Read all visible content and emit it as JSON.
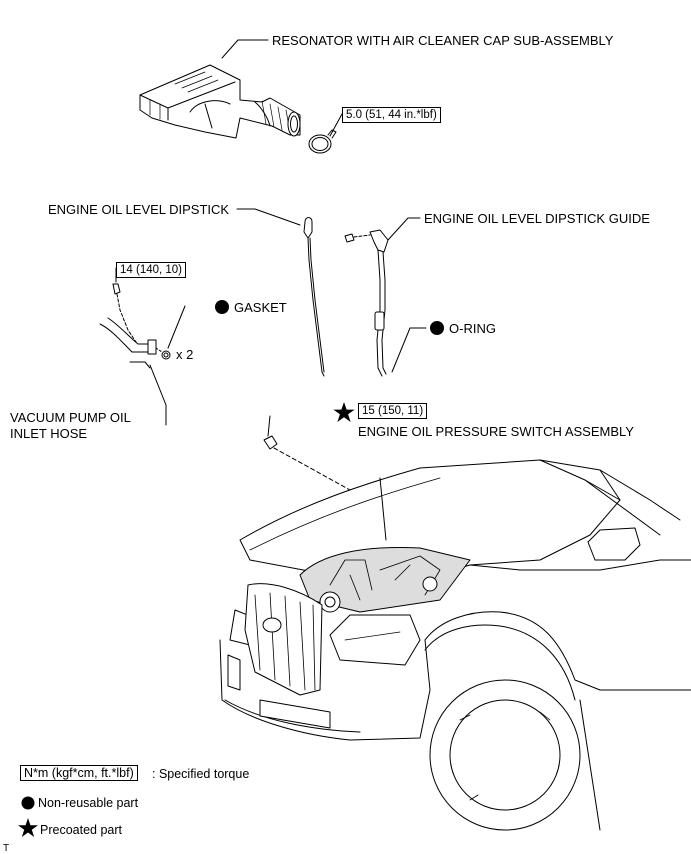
{
  "parts": {
    "resonator": "RESONATOR WITH AIR CLEANER CAP SUB-ASSEMBLY",
    "dipstick": "ENGINE OIL LEVEL DIPSTICK",
    "dipstick_guide": "ENGINE OIL LEVEL DIPSTICK GUIDE",
    "gasket": "GASKET",
    "o_ring": "O-RING",
    "vacuum_hose_line1": "VACUUM PUMP OIL",
    "vacuum_hose_line2": "INLET HOSE",
    "pressure_switch": "ENGINE OIL PRESSURE SWITCH ASSEMBLY",
    "quantity": "x 2"
  },
  "torques": {
    "clamp": "5.0 (51, 44 in.*lbf)",
    "hose_bolt": "14 (140, 10)",
    "pressure_switch": "15 (150, 11)"
  },
  "legend": {
    "torque_key": "N*m (kgf*cm, ft.*lbf)",
    "torque_desc": ": Specified torque",
    "non_reusable": "Non-reusable part",
    "precoated": "Precoated part"
  },
  "corner_mark": "T",
  "colors": {
    "ink": "#000000",
    "paper": "#ffffff",
    "shade": "#cfcfcf"
  }
}
